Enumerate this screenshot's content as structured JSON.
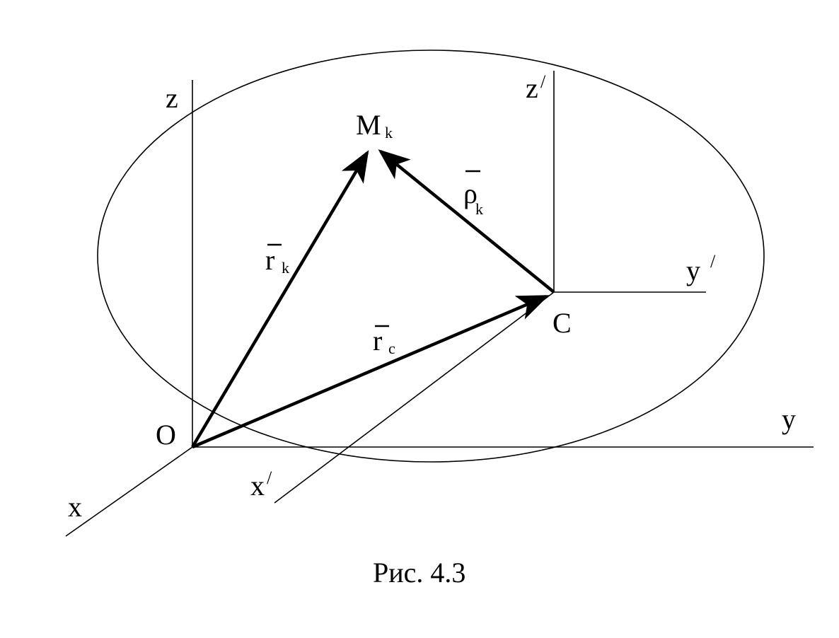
{
  "labels": {
    "z": "z",
    "z_prime": "z",
    "prime_mark": "/",
    "y": "y",
    "y_prime": "y",
    "x": "x",
    "x_prime": "x",
    "origin": "O",
    "point_c": "C",
    "point_m": "M",
    "m_sub": "k",
    "r_k": "r",
    "r_k_sub": "k",
    "r_c": "r",
    "r_c_sub": "c",
    "rho": "ρ",
    "rho_sub": "k"
  },
  "caption": "Рис. 4.3"
}
